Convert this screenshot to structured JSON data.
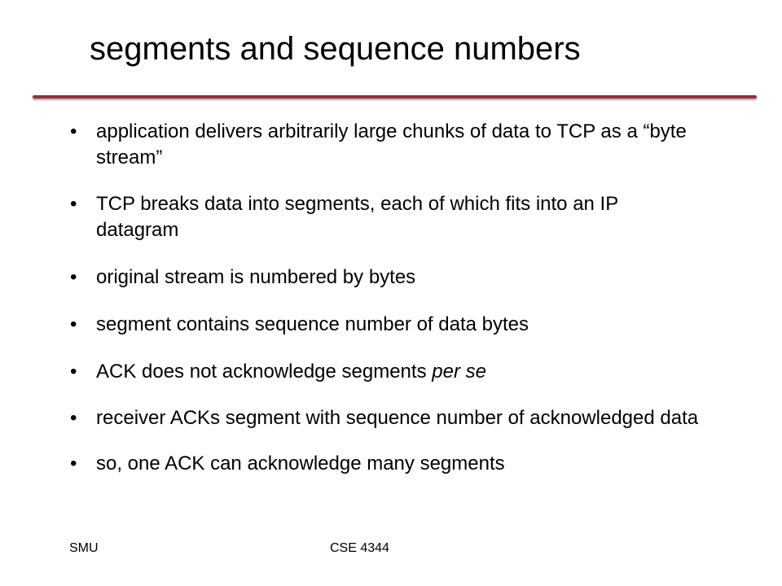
{
  "slide": {
    "title": "segments and sequence numbers",
    "rule_color": "#9e2b37",
    "bullet_symbol": "•",
    "bullets": [
      {
        "text": "application delivers arbitrarily large chunks of data to TCP as a “byte stream”"
      },
      {
        "text": "TCP breaks data into segments, each of which fits into an IP datagram"
      },
      {
        "text": "original stream is numbered by bytes"
      },
      {
        "text": "segment contains sequence number of data bytes"
      },
      {
        "text": "ACK does not acknowledge segments ",
        "emphasis": "per se"
      },
      {
        "text": "receiver ACKs segment with sequence number of acknowledged data"
      },
      {
        "text": "so, one ACK can acknowledge many segments"
      }
    ]
  },
  "footer": {
    "left": "SMU",
    "center": "CSE 4344"
  }
}
